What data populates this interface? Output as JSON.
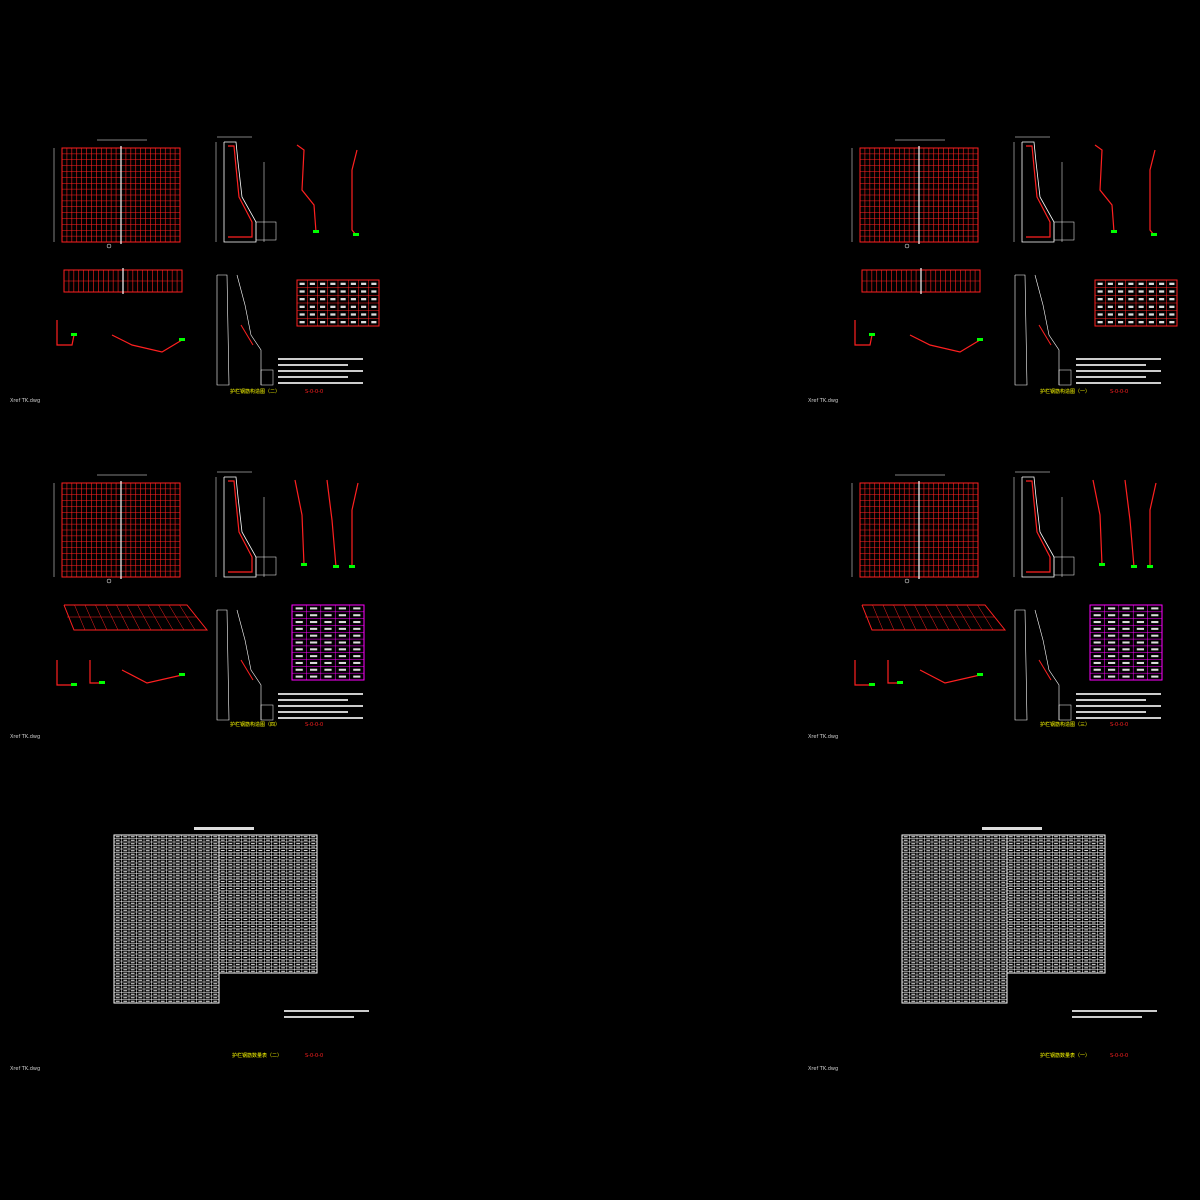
{
  "sheets": [
    {
      "filename": "Xref TK.dwg",
      "title": "护栏钢筋构造图（二）",
      "drawing_no": "S-0-0-0"
    },
    {
      "filename": "Xref TK.dwg",
      "title": "护栏钢筋构造图（一）",
      "drawing_no": "S-0-0-0"
    },
    {
      "filename": "Xref TK.dwg",
      "title": "护栏钢筋构造图（四）",
      "drawing_no": "S-0-0-0"
    },
    {
      "filename": "Xref TK.dwg",
      "title": "护栏钢筋构造图（三）",
      "drawing_no": "S-0-0-0"
    },
    {
      "filename": "Xref TK.dwg",
      "title": "护栏钢筋数量表（二）",
      "drawing_no": "S-0-0-0"
    },
    {
      "filename": "Xref TK.dwg",
      "title": "护栏钢筋数量表（一）",
      "drawing_no": "S-0-0-0"
    }
  ],
  "colors": {
    "background": "#000000",
    "rebar": "#ff2020",
    "outline": "#ffffff",
    "dimension": "#00e0e0",
    "marker": "#00ff00",
    "table_border": "#ff2020",
    "table_border_alt": "#ff00ff",
    "title_text": "#ffff00",
    "number_text": "#ff2020"
  }
}
